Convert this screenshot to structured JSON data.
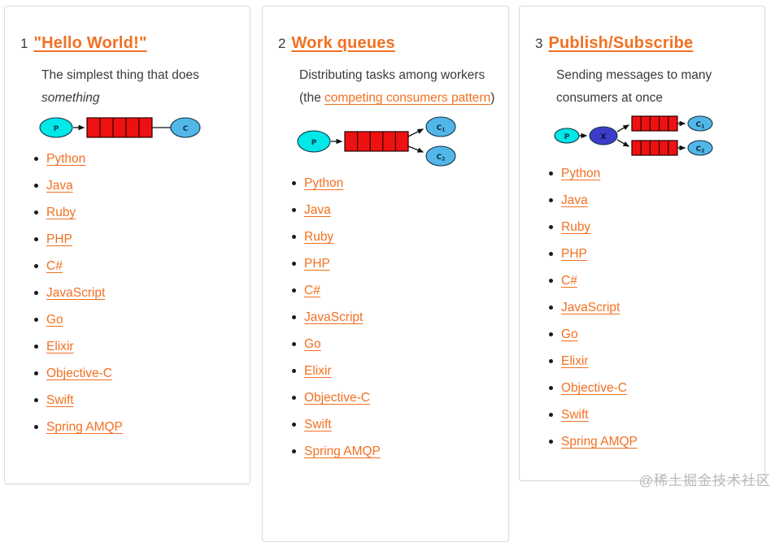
{
  "watermark": "@稀土掘金技术社区",
  "colors": {
    "link": "#f37021",
    "text": "#3a3a3a",
    "card_border": "#dcdcdc",
    "producer": "#00e8e8",
    "consumer": "#52b7e8",
    "exchange": "#3c3cc8",
    "queue": "#ee1111",
    "node_stroke": "#123347",
    "arrow": "#111111"
  },
  "cards": [
    {
      "number": "1",
      "title": "\"Hello World!\"",
      "description": [
        {
          "text": "The simplest thing that does ",
          "style": "plain"
        },
        {
          "text": "something",
          "style": "italic"
        }
      ],
      "diagram": {
        "kind": "simple",
        "producer_label": "P",
        "consumer_labels": [
          {
            "base": "C",
            "sub": ""
          }
        ],
        "queue_segments": 5
      },
      "languages": [
        "Python",
        "Java",
        "Ruby",
        "PHP",
        "C#",
        "JavaScript",
        "Go",
        "Elixir",
        "Objective-C",
        "Swift",
        "Spring AMQP"
      ]
    },
    {
      "number": "2",
      "title": "Work queues",
      "description": [
        {
          "text": "Distributing tasks among workers (the ",
          "style": "plain"
        },
        {
          "text": "competing consumers pattern",
          "style": "link"
        },
        {
          "text": ")",
          "style": "plain"
        }
      ],
      "diagram": {
        "kind": "work-queues",
        "producer_label": "P",
        "consumer_labels": [
          {
            "base": "C",
            "sub": "1"
          },
          {
            "base": "C",
            "sub": "2"
          }
        ],
        "queue_segments": 5
      },
      "languages": [
        "Python",
        "Java",
        "Ruby",
        "PHP",
        "C#",
        "JavaScript",
        "Go",
        "Elixir",
        "Objective-C",
        "Swift",
        "Spring AMQP"
      ]
    },
    {
      "number": "3",
      "title": "Publish/Subscribe",
      "description": [
        {
          "text": "Sending messages to many consumers at once",
          "style": "plain"
        }
      ],
      "diagram": {
        "kind": "pub-sub",
        "producer_label": "P",
        "exchange_label": "X",
        "consumer_labels": [
          {
            "base": "C",
            "sub": "1"
          },
          {
            "base": "C",
            "sub": "2"
          }
        ],
        "queue_segments": 5
      },
      "languages": [
        "Python",
        "Java",
        "Ruby",
        "PHP",
        "C#",
        "JavaScript",
        "Go",
        "Elixir",
        "Objective-C",
        "Swift",
        "Spring AMQP"
      ]
    }
  ]
}
